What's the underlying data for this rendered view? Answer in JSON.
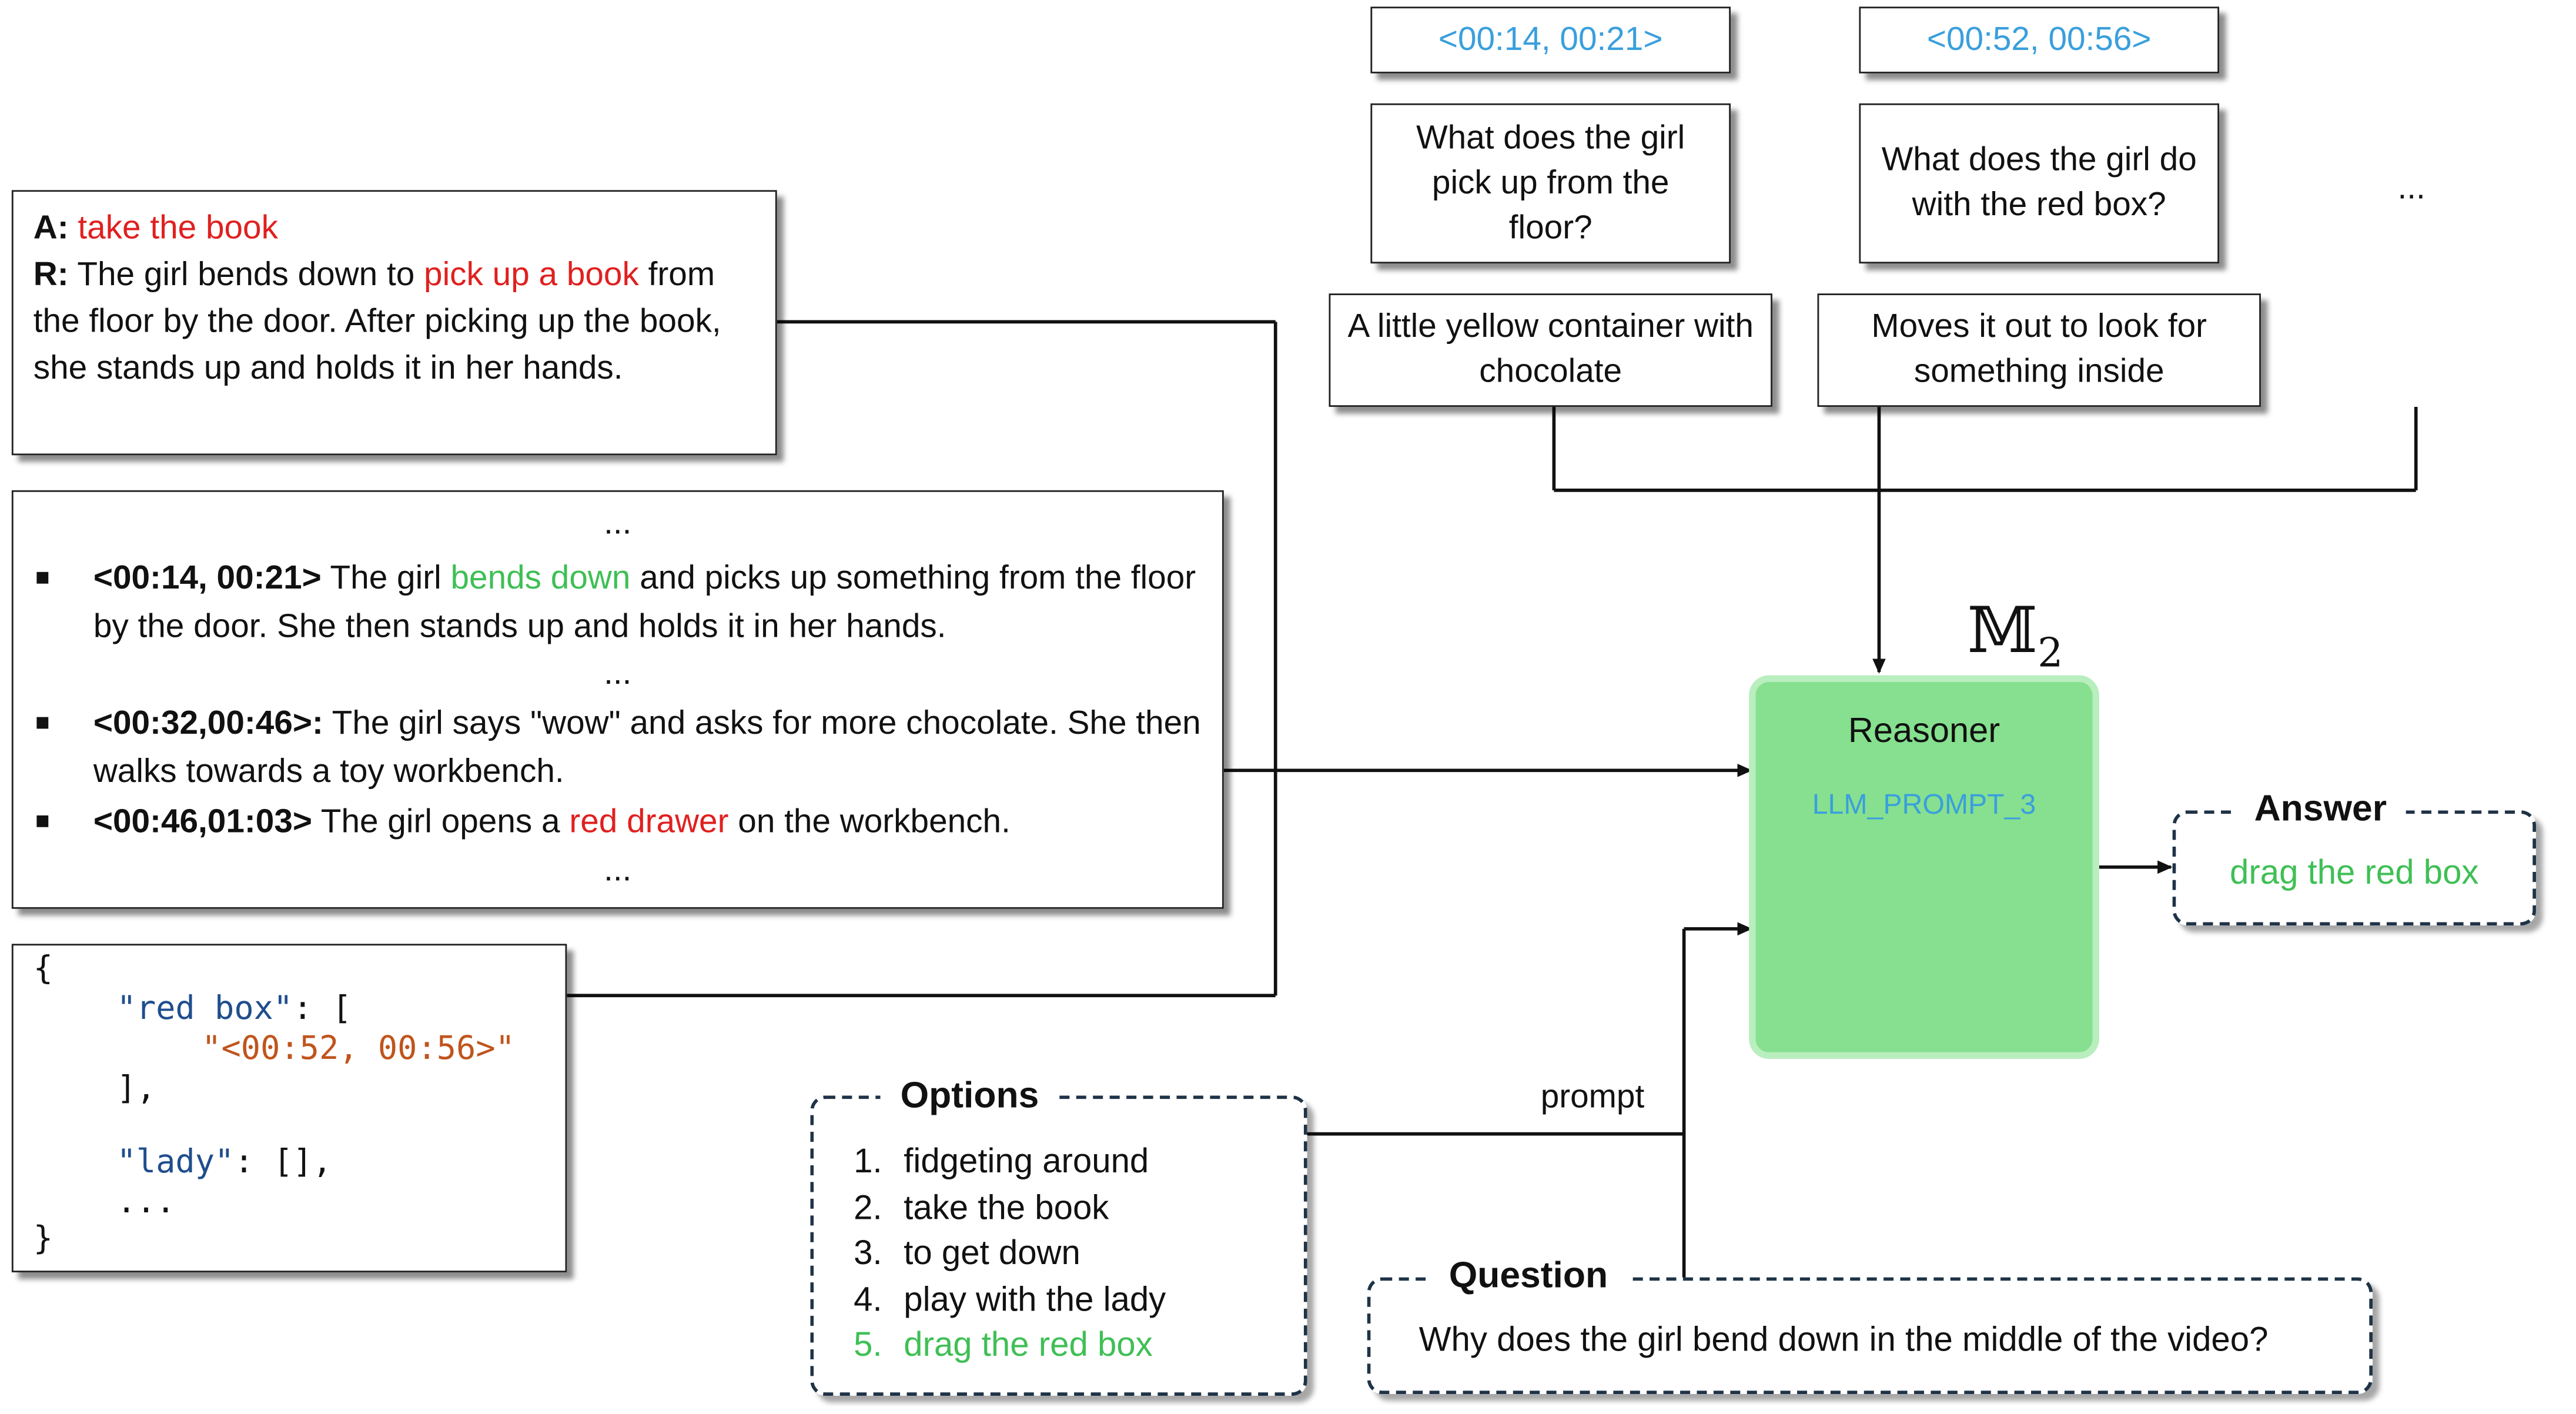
{
  "subquestions": [
    {
      "timestamp": "<00:14, 00:21>",
      "question": "What does the girl pick up from the floor?",
      "answer": "A little yellow container with chocolate"
    },
    {
      "timestamp": "<00:52, 00:56>",
      "question": "What does the girl do with the red box?",
      "answer": "Moves it out to look for something inside"
    }
  ],
  "more_ellipsis": "...",
  "answer_reasoning": {
    "a_label": "A:",
    "a_text": "take the book",
    "r_label": "R:",
    "r_text_1": "The girl bends down to",
    "r_highlight": "pick up a book",
    "r_text_2": "from the floor by the door. After picking up the book, she stands up and holds it in her hands."
  },
  "captions": {
    "ellipsis": "...",
    "items": [
      {
        "timestamp": "<00:14, 00:21>",
        "pre": "The girl",
        "highlight": "bends down",
        "post": "and picks up something from the floor by the door. She then stands up and holds it in her hands."
      },
      {
        "timestamp": "<00:32,00:46>:",
        "pre": "The girl says \"wow\" and asks for more chocolate. She then walks towards a toy workbench.",
        "highlight": "",
        "post": ""
      },
      {
        "timestamp": "<00:46,01:03>",
        "pre": "The girl opens a",
        "highlight": "red drawer",
        "post": "on the workbench."
      }
    ]
  },
  "json_memory": {
    "open_brace": "{",
    "key1": "\"red box\"",
    "colon_bracket": ": [",
    "value1": "\"<00:52, 00:56>\"",
    "close_bracket": "],",
    "key2": "\"lady\"",
    "empty_list": ": [],",
    "dots": "...",
    "close_brace": "}"
  },
  "model_symbol": "𝕄",
  "model_subscript": "2",
  "reasoner": {
    "title": "Reasoner",
    "prompt_label": "LLM_PROMPT_3"
  },
  "answer_box": {
    "title": "Answer",
    "text": "drag the red box"
  },
  "prompt_label": "prompt",
  "options": {
    "title": "Options",
    "items": [
      {
        "num": "1.",
        "text": "fidgeting around"
      },
      {
        "num": "2.",
        "text": "take the book"
      },
      {
        "num": "3.",
        "text": "to get down"
      },
      {
        "num": "4.",
        "text": "play with the lady"
      },
      {
        "num": "5.",
        "text": "drag the red box"
      }
    ]
  },
  "question": {
    "title": "Question",
    "text": "Why does the girl bend down in the middle of the video?"
  },
  "colors": {
    "highlight_red": "#e0201f",
    "highlight_green": "#3fbf55",
    "timestamp_blue": "#3a9fdc",
    "reasoner_fill": "#86e08f",
    "reasoner_border": "#b9eebe"
  }
}
